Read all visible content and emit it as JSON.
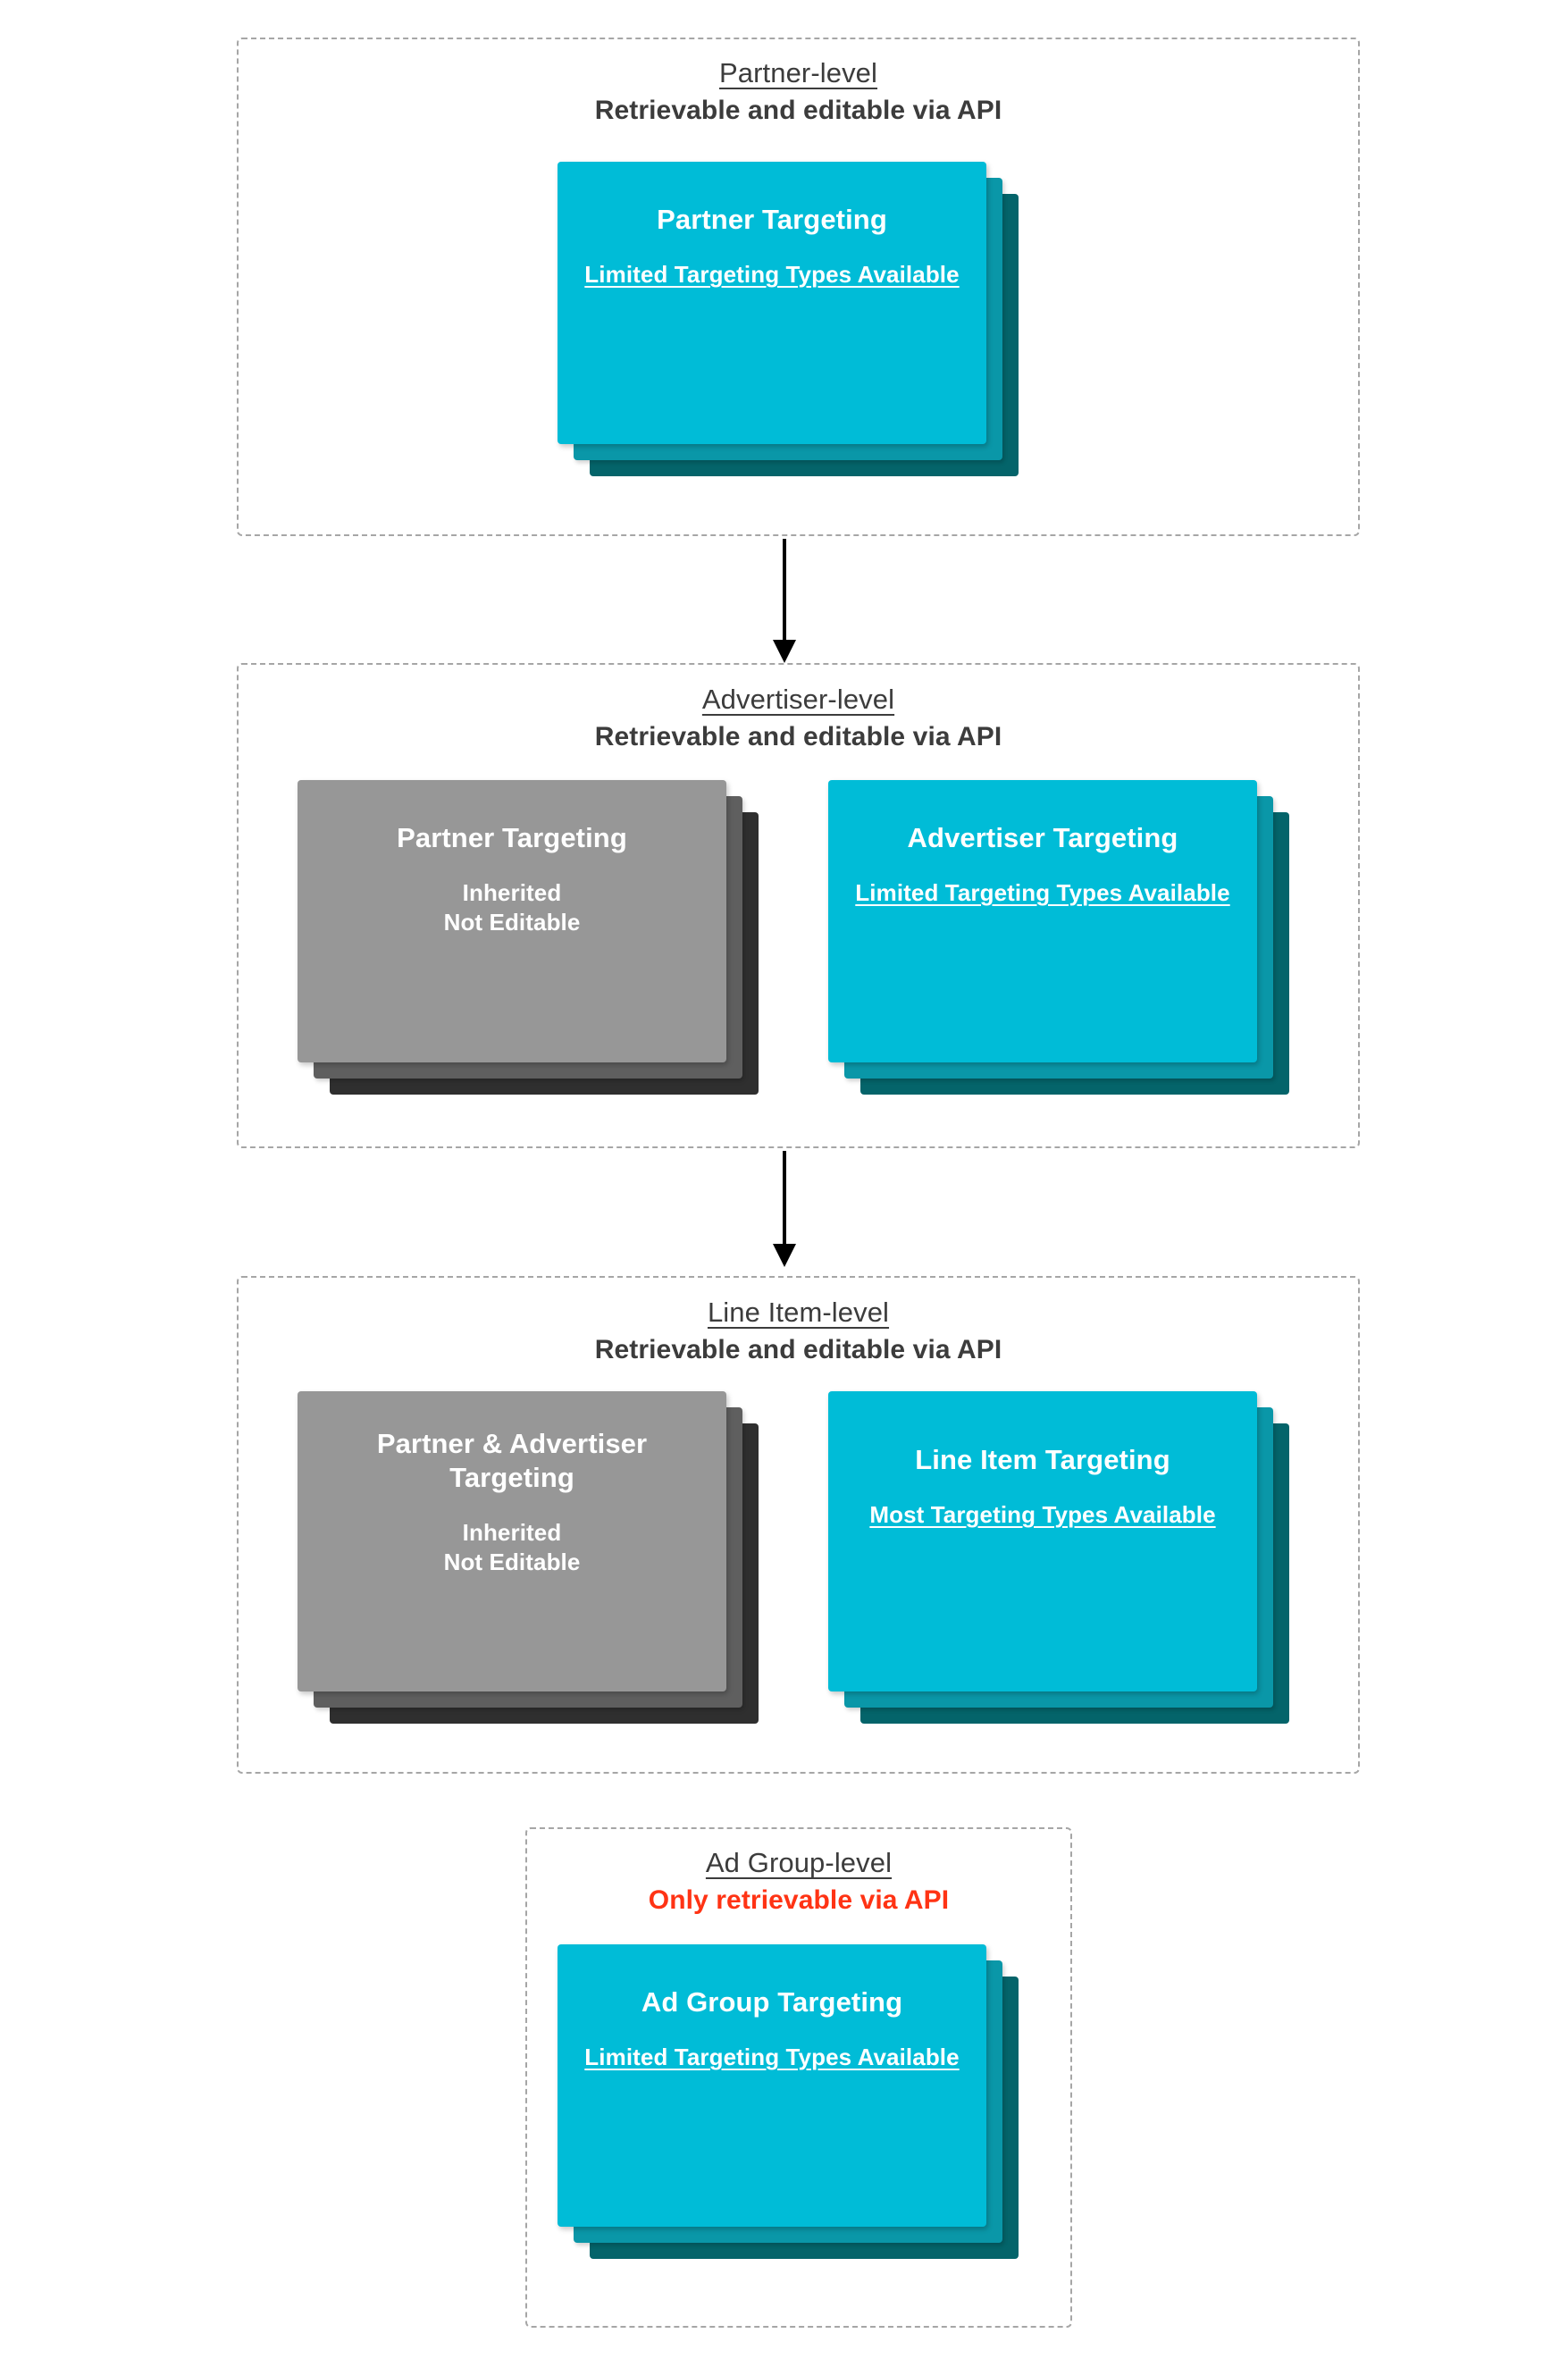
{
  "diagram": {
    "title_text_color": "#3c3c3c",
    "accent_cyan": "#00bcd7",
    "accent_cyan_mid": "#0a97a8",
    "accent_cyan_dark": "#04646a",
    "accent_gray": "#979797",
    "accent_gray_mid": "#5f5f5f",
    "accent_gray_dark": "#2f2f2f",
    "alert_red": "#ff3314"
  },
  "levels": [
    {
      "id": "partner-level",
      "title": "Partner-level",
      "subtitle": "Retrievable and editable via API",
      "subtitle_is_alert": false,
      "cards": [
        {
          "id": "partner-targeting",
          "title": "Partner Targeting",
          "note": "Limited Targeting Types Available",
          "note_underlined": true,
          "palette": "cyan"
        }
      ]
    },
    {
      "id": "advertiser-level",
      "title": "Advertiser-level",
      "subtitle": "Retrievable and editable via API",
      "subtitle_is_alert": false,
      "cards": [
        {
          "id": "inherited-partner-targeting",
          "title": "Partner Targeting",
          "note": "Inherited\nNot Editable",
          "note_underlined": false,
          "palette": "gray"
        },
        {
          "id": "advertiser-targeting",
          "title": "Advertiser Targeting",
          "note": "Limited Targeting Types Available",
          "note_underlined": true,
          "palette": "cyan"
        }
      ]
    },
    {
      "id": "line-item-level",
      "title": "Line Item-level",
      "subtitle": "Retrievable and editable via API",
      "subtitle_is_alert": false,
      "cards": [
        {
          "id": "inherited-partner-advertiser-targeting",
          "title": "Partner & Advertiser Targeting",
          "note": "Inherited\nNot Editable",
          "note_underlined": false,
          "palette": "gray"
        },
        {
          "id": "line-item-targeting",
          "title": "Line Item Targeting",
          "note": "Most Targeting Types Available",
          "note_underlined": true,
          "palette": "cyan"
        }
      ]
    },
    {
      "id": "ad-group-level",
      "title": "Ad Group-level",
      "subtitle": "Only retrievable via API",
      "subtitle_is_alert": true,
      "cards": [
        {
          "id": "ad-group-targeting",
          "title": "Ad Group Targeting",
          "note": "Limited Targeting Types Available",
          "note_underlined": true,
          "palette": "cyan"
        }
      ]
    }
  ],
  "connectors": [
    {
      "id": "partner-to-advertiser",
      "from": "partner-level",
      "to": "advertiser-level"
    },
    {
      "id": "advertiser-to-line-item",
      "from": "advertiser-level",
      "to": "line-item-level"
    }
  ]
}
